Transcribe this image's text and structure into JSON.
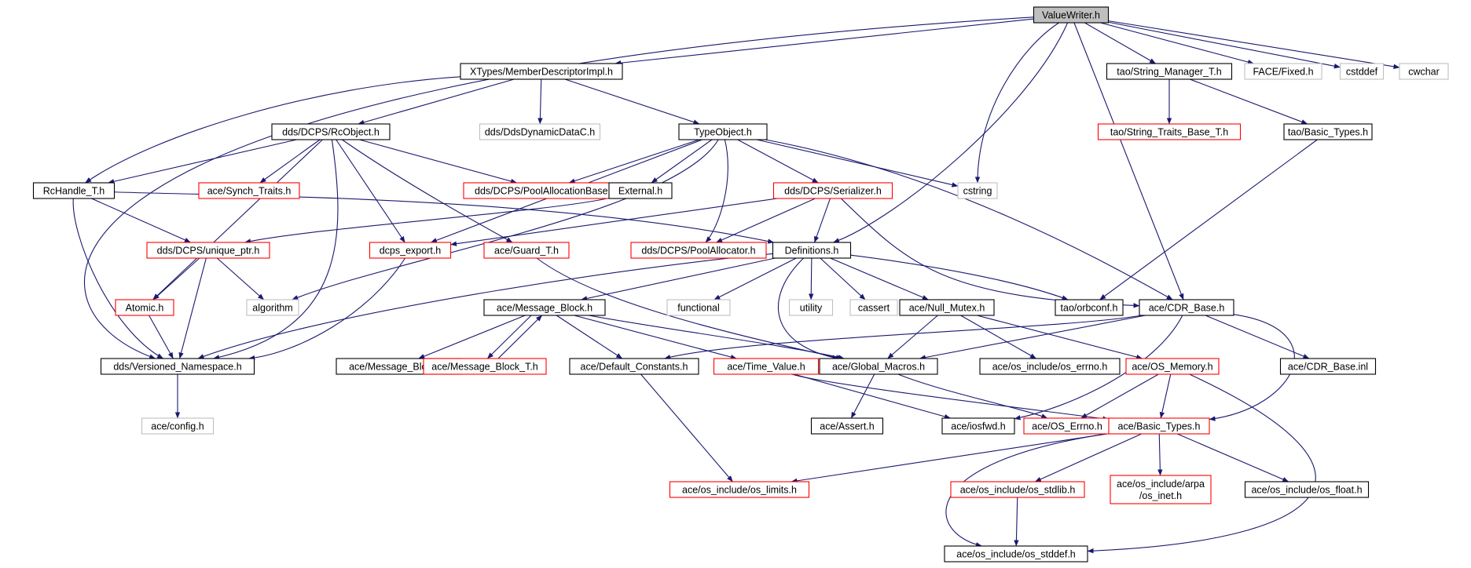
{
  "colors": {
    "edge": "#191970",
    "root_fill": "#bfbfbf",
    "border_documented": "#000000",
    "border_truncated": "#ff0000",
    "border_external": "#bfbfbf",
    "text": "#000000"
  },
  "nodes": [
    {
      "id": "valuewriter",
      "label": "ValueWriter.h",
      "kind": "root"
    },
    {
      "id": "memberdesc",
      "label": "XTypes/MemberDescriptorImpl.h",
      "kind": "documented"
    },
    {
      "id": "strmgr",
      "label": "tao/String_Manager_T.h",
      "kind": "documented"
    },
    {
      "id": "facefixed",
      "label": "FACE/Fixed.h",
      "kind": "external"
    },
    {
      "id": "cstddef",
      "label": "cstddef",
      "kind": "external"
    },
    {
      "id": "cwchar",
      "label": "cwchar",
      "kind": "external"
    },
    {
      "id": "rcobject",
      "label": "dds/DCPS/RcObject.h",
      "kind": "documented"
    },
    {
      "id": "ddsdyn",
      "label": "dds/DdsDynamicDataC.h",
      "kind": "external"
    },
    {
      "id": "typeobject",
      "label": "TypeObject.h",
      "kind": "documented"
    },
    {
      "id": "strtraits",
      "label": "tao/String_Traits_Base_T.h",
      "kind": "truncated"
    },
    {
      "id": "taobasic",
      "label": "tao/Basic_Types.h",
      "kind": "documented"
    },
    {
      "id": "rchandle",
      "label": "RcHandle_T.h",
      "kind": "documented"
    },
    {
      "id": "synch",
      "label": "ace/Synch_Traits.h",
      "kind": "truncated"
    },
    {
      "id": "poolallocbase",
      "label": "dds/DCPS/PoolAllocationBase.h",
      "kind": "truncated"
    },
    {
      "id": "external",
      "label": "External.h",
      "kind": "documented"
    },
    {
      "id": "serializer",
      "label": "dds/DCPS/Serializer.h",
      "kind": "truncated"
    },
    {
      "id": "cstring",
      "label": "cstring",
      "kind": "external"
    },
    {
      "id": "uniqueptr",
      "label": "dds/DCPS/unique_ptr.h",
      "kind": "truncated"
    },
    {
      "id": "dcpsexport",
      "label": "dcps_export.h",
      "kind": "truncated"
    },
    {
      "id": "guard",
      "label": "ace/Guard_T.h",
      "kind": "truncated"
    },
    {
      "id": "poolalloc",
      "label": "dds/DCPS/PoolAllocator.h",
      "kind": "truncated"
    },
    {
      "id": "definitions",
      "label": "Definitions.h",
      "kind": "documented"
    },
    {
      "id": "atomic",
      "label": "Atomic.h",
      "kind": "truncated"
    },
    {
      "id": "algorithm",
      "label": "algorithm",
      "kind": "external"
    },
    {
      "id": "msgblock",
      "label": "ace/Message_Block.h",
      "kind": "documented"
    },
    {
      "id": "functional",
      "label": "functional",
      "kind": "external"
    },
    {
      "id": "utility",
      "label": "utility",
      "kind": "external"
    },
    {
      "id": "cassert",
      "label": "cassert",
      "kind": "external"
    },
    {
      "id": "nullmutex",
      "label": "ace/Null_Mutex.h",
      "kind": "documented"
    },
    {
      "id": "orbconf",
      "label": "tao/orbconf.h",
      "kind": "documented"
    },
    {
      "id": "cdrbase",
      "label": "ace/CDR_Base.h",
      "kind": "documented"
    },
    {
      "id": "versioned",
      "label": "dds/Versioned_Namespace.h",
      "kind": "documented"
    },
    {
      "id": "msgblockinl",
      "label": "ace/Message_Block.inl",
      "kind": "documented"
    },
    {
      "id": "msgblockt",
      "label": "ace/Message_Block_T.h",
      "kind": "truncated"
    },
    {
      "id": "defconst",
      "label": "ace/Default_Constants.h",
      "kind": "documented"
    },
    {
      "id": "timevalue",
      "label": "ace/Time_Value.h",
      "kind": "truncated"
    },
    {
      "id": "globalmacros",
      "label": "ace/Global_Macros.h",
      "kind": "documented"
    },
    {
      "id": "oserrnoinc",
      "label": "ace/os_include/os_errno.h",
      "kind": "documented"
    },
    {
      "id": "osmemory",
      "label": "ace/OS_Memory.h",
      "kind": "truncated"
    },
    {
      "id": "cdrbaseinl",
      "label": "ace/CDR_Base.inl",
      "kind": "documented"
    },
    {
      "id": "aceconfig",
      "label": "ace/config.h",
      "kind": "external"
    },
    {
      "id": "assert",
      "label": "ace/Assert.h",
      "kind": "documented"
    },
    {
      "id": "iosfwd",
      "label": "ace/iosfwd.h",
      "kind": "documented"
    },
    {
      "id": "oserrno",
      "label": "ace/OS_Errno.h",
      "kind": "truncated"
    },
    {
      "id": "acebasic",
      "label": "ace/Basic_Types.h",
      "kind": "truncated"
    },
    {
      "id": "oslimits",
      "label": "ace/os_include/os_limits.h",
      "kind": "truncated"
    },
    {
      "id": "osstdlib",
      "label": "ace/os_include/os_stdlib.h",
      "kind": "truncated"
    },
    {
      "id": "osinet",
      "label": "ace/os_include/arpa\n/os_inet.h",
      "kind": "truncated"
    },
    {
      "id": "osfloat",
      "label": "ace/os_include/os_float.h",
      "kind": "documented"
    },
    {
      "id": "osstddef",
      "label": "ace/os_include/os_stddef.h",
      "kind": "documented"
    }
  ],
  "edges": [
    [
      "valuewriter",
      "memberdesc"
    ],
    [
      "valuewriter",
      "strmgr"
    ],
    [
      "valuewriter",
      "facefixed"
    ],
    [
      "valuewriter",
      "cstddef"
    ],
    [
      "valuewriter",
      "cwchar"
    ],
    [
      "valuewriter",
      "cstring"
    ],
    [
      "valuewriter",
      "definitions"
    ],
    [
      "valuewriter",
      "cdrbase"
    ],
    [
      "valuewriter",
      "versioned"
    ],
    [
      "memberdesc",
      "rcobject"
    ],
    [
      "memberdesc",
      "ddsdyn"
    ],
    [
      "memberdesc",
      "typeobject"
    ],
    [
      "memberdesc",
      "rchandle"
    ],
    [
      "strmgr",
      "strtraits"
    ],
    [
      "strmgr",
      "taobasic"
    ],
    [
      "taobasic",
      "orbconf"
    ],
    [
      "rcobject",
      "rchandle"
    ],
    [
      "rcobject",
      "synch"
    ],
    [
      "rcobject",
      "poolallocbase"
    ],
    [
      "rcobject",
      "dcpsexport"
    ],
    [
      "rcobject",
      "guard"
    ],
    [
      "rcobject",
      "atomic"
    ],
    [
      "rcobject",
      "versioned"
    ],
    [
      "typeobject",
      "poolallocbase"
    ],
    [
      "typeobject",
      "external"
    ],
    [
      "typeobject",
      "serializer"
    ],
    [
      "typeobject",
      "cstring"
    ],
    [
      "typeobject",
      "poolalloc"
    ],
    [
      "typeobject",
      "algorithm"
    ],
    [
      "typeobject",
      "cdrbase"
    ],
    [
      "typeobject",
      "dcpsexport"
    ],
    [
      "rchandle",
      "uniqueptr"
    ],
    [
      "rchandle",
      "versioned"
    ],
    [
      "rchandle",
      "definitions"
    ],
    [
      "external",
      "uniqueptr"
    ],
    [
      "serializer",
      "poolalloc"
    ],
    [
      "serializer",
      "definitions"
    ],
    [
      "serializer",
      "cdrbase"
    ],
    [
      "serializer",
      "dcpsexport"
    ],
    [
      "uniqueptr",
      "atomic"
    ],
    [
      "uniqueptr",
      "algorithm"
    ],
    [
      "uniqueptr",
      "versioned"
    ],
    [
      "dcpsexport",
      "versioned"
    ],
    [
      "atomic",
      "versioned"
    ],
    [
      "guard",
      "globalmacros"
    ],
    [
      "definitions",
      "msgblock"
    ],
    [
      "definitions",
      "functional"
    ],
    [
      "definitions",
      "utility"
    ],
    [
      "definitions",
      "cassert"
    ],
    [
      "definitions",
      "nullmutex"
    ],
    [
      "definitions",
      "orbconf"
    ],
    [
      "definitions",
      "globalmacros"
    ],
    [
      "definitions",
      "versioned"
    ],
    [
      "msgblock",
      "msgblockinl"
    ],
    [
      "msgblock",
      "msgblockt"
    ],
    [
      "msgblockt",
      "msgblock"
    ],
    [
      "msgblock",
      "defconst"
    ],
    [
      "msgblock",
      "timevalue"
    ],
    [
      "msgblock",
      "globalmacros"
    ],
    [
      "nullmutex",
      "globalmacros"
    ],
    [
      "nullmutex",
      "oserrnoinc"
    ],
    [
      "nullmutex",
      "osmemory"
    ],
    [
      "cdrbase",
      "defconst"
    ],
    [
      "cdrbase",
      "globalmacros"
    ],
    [
      "cdrbase",
      "iosfwd"
    ],
    [
      "cdrbase",
      "cdrbaseinl"
    ],
    [
      "cdrbase",
      "acebasic"
    ],
    [
      "defconst",
      "oslimits"
    ],
    [
      "timevalue",
      "iosfwd"
    ],
    [
      "timevalue",
      "acebasic"
    ],
    [
      "globalmacros",
      "assert"
    ],
    [
      "globalmacros",
      "oserrno"
    ],
    [
      "osmemory",
      "oserrno"
    ],
    [
      "osmemory",
      "acebasic"
    ],
    [
      "osmemory",
      "osstddef"
    ],
    [
      "versioned",
      "aceconfig"
    ],
    [
      "acebasic",
      "oslimits"
    ],
    [
      "acebasic",
      "osstdlib"
    ],
    [
      "acebasic",
      "osinet"
    ],
    [
      "acebasic",
      "osfloat"
    ],
    [
      "acebasic",
      "osstddef"
    ],
    [
      "osstdlib",
      "osstddef"
    ]
  ]
}
